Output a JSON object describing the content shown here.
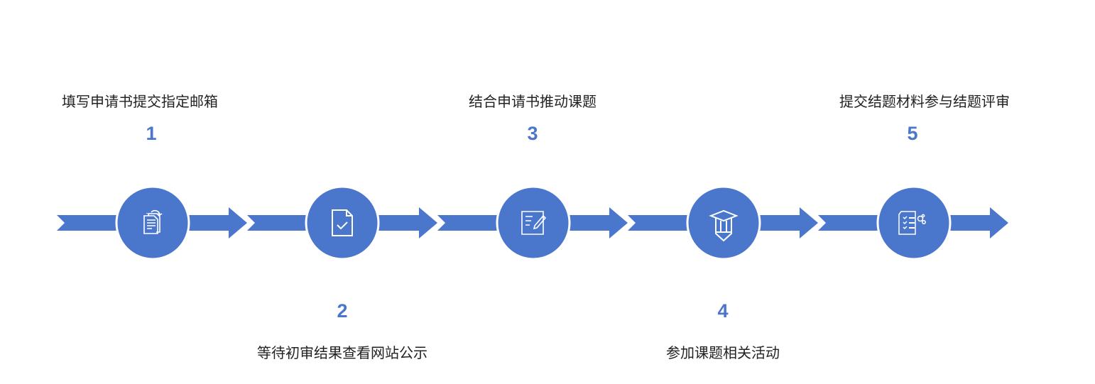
{
  "accent_color": "#4a76cc",
  "steps": [
    {
      "number": "1",
      "label": "填写申请书提交指定邮箱",
      "icon": "document-copy-icon"
    },
    {
      "number": "2",
      "label": "等待初审结果查看网站公示",
      "icon": "document-check-icon"
    },
    {
      "number": "3",
      "label": "结合申请书推动课题",
      "icon": "edit-document-icon"
    },
    {
      "number": "4",
      "label": "参加课题相关活动",
      "icon": "graduation-pencil-icon"
    },
    {
      "number": "5",
      "label": "提交结题材料参与结题评审",
      "icon": "checklist-gear-icon"
    }
  ]
}
